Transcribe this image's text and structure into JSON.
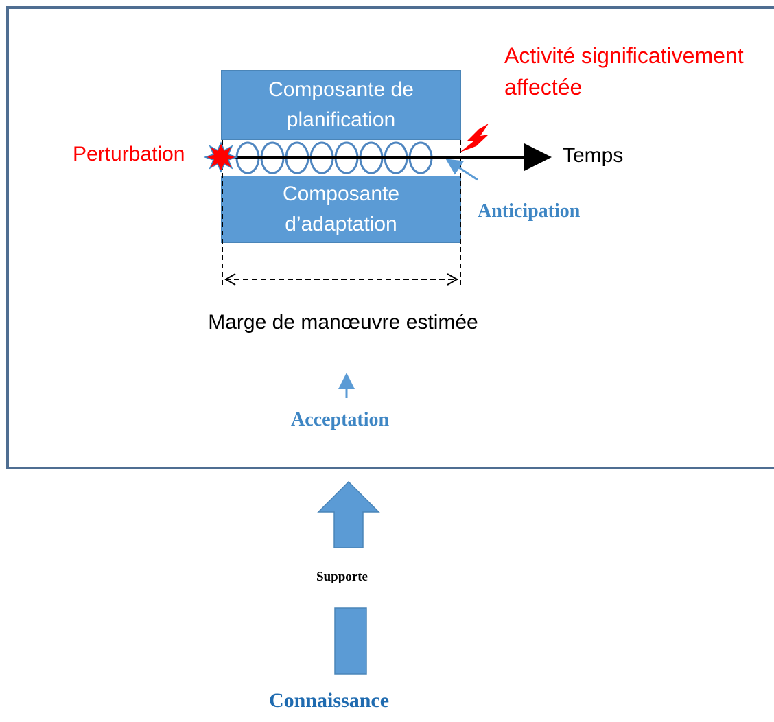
{
  "diagram": {
    "planning_box": "Composante  de planification",
    "adaptation_box": "Composante d’adaptation",
    "activity_label": "Activité significativement affectée",
    "perturbation_label": "Perturbation",
    "time_label": "Temps",
    "anticipation_label": "Anticipation",
    "margin_label": "Marge de manœuvre estimée",
    "acceptance_label": "Acceptation",
    "supports_label": "Supporte",
    "knowledge_label": "Connaissance"
  },
  "colors": {
    "box_fill": "#5b9bd5",
    "frame": "#4f6e92",
    "red": "#ff0000",
    "blue_text": "#3e86c4"
  }
}
